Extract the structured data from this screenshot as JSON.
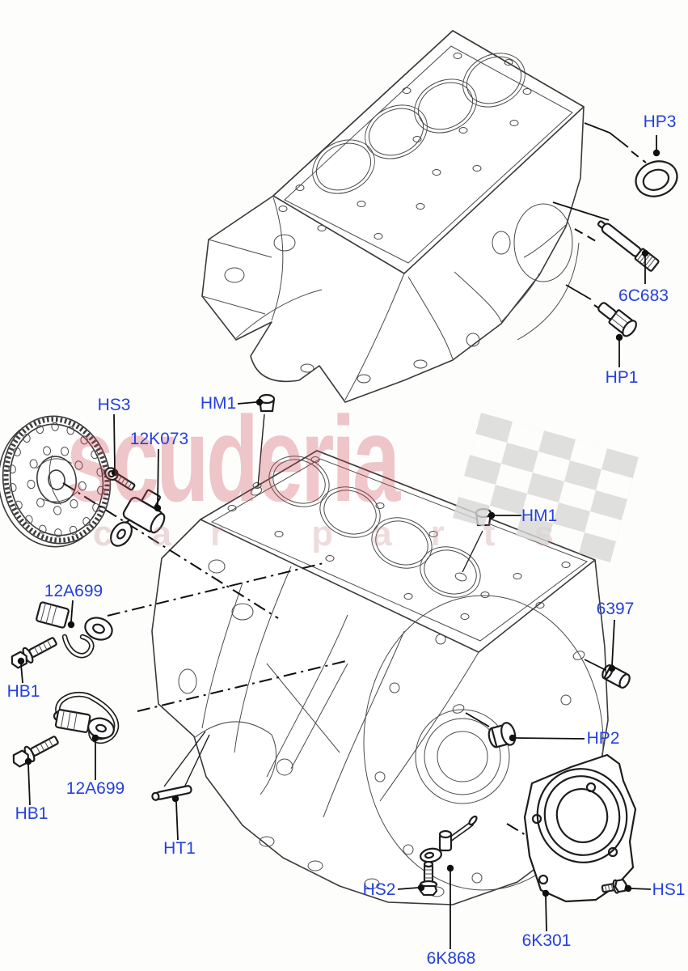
{
  "watermark": {
    "brand": "scuderia",
    "tagline": "car parts",
    "brand_color": "#ce464e",
    "flag_color": "#d7d7d7"
  },
  "colors": {
    "label_blue": "#2540dc",
    "line_art": "#3a3a3a",
    "leader_black": "#101010",
    "background": "#fdfdfc"
  },
  "labels": [
    {
      "id": "hp3",
      "text": "HP3"
    },
    {
      "id": "6c683",
      "text": "6C683"
    },
    {
      "id": "hp1",
      "text": "HP1"
    },
    {
      "id": "hs3",
      "text": "HS3"
    },
    {
      "id": "12k073",
      "text": "12K073"
    },
    {
      "id": "hm1-a",
      "text": "HM1"
    },
    {
      "id": "hm1-b",
      "text": "HM1"
    },
    {
      "id": "12a699-a",
      "text": "12A699"
    },
    {
      "id": "hb1-a",
      "text": "HB1"
    },
    {
      "id": "12a699-b",
      "text": "12A699"
    },
    {
      "id": "hb1-b",
      "text": "HB1"
    },
    {
      "id": "ht1",
      "text": "HT1"
    },
    {
      "id": "6397",
      "text": "6397"
    },
    {
      "id": "hp2",
      "text": "HP2"
    },
    {
      "id": "hs2",
      "text": "HS2"
    },
    {
      "id": "6k868",
      "text": "6K868"
    },
    {
      "id": "6k301",
      "text": "6K301"
    },
    {
      "id": "hs1",
      "text": "HS1"
    }
  ]
}
